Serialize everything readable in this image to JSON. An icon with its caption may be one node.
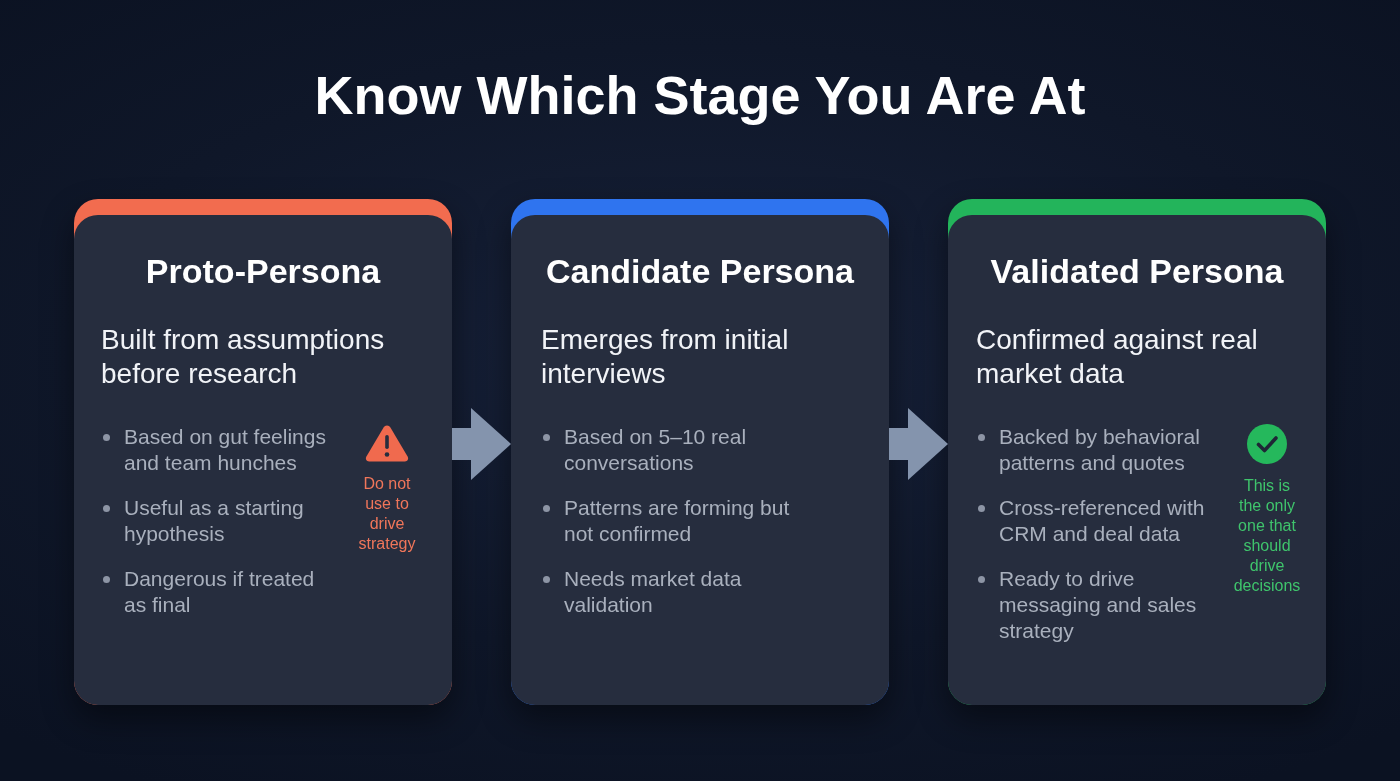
{
  "diagram": {
    "title": "Know Which Stage You Are At",
    "nodes": [
      {
        "text": [
          "Proto-Persona",
          "Built from assumptions before research",
          "Based on gut feelings and team hunches",
          "Useful as a starting hypothesis",
          "Dangerous if treated as final"
        ]
      },
      {
        "text": [
          "Do not use to drive strategy"
        ],
        "in": 0
      },
      {
        "text": [
          "Candidate Persona",
          "Emerges from initial interviews",
          "Based on 5–10 real conversations",
          "Patterns are forming but not confirmed",
          "Needs market data validation"
        ]
      },
      {
        "text": [
          "Validated Persona",
          "Confirmed against real market data",
          "Backed by behavioral patterns and quotes",
          "Cross-referenced with CRM and deal data",
          "Ready to drive messaging and sales strategy"
        ]
      },
      {
        "text": [
          "This is the only one that should drive decisions"
        ],
        "in": 3
      }
    ],
    "edges": [
      {
        "from": 0,
        "to": 2,
        "arrow": "to"
      },
      {
        "from": 2,
        "to": 3,
        "arrow": "to"
      }
    ]
  }
}
